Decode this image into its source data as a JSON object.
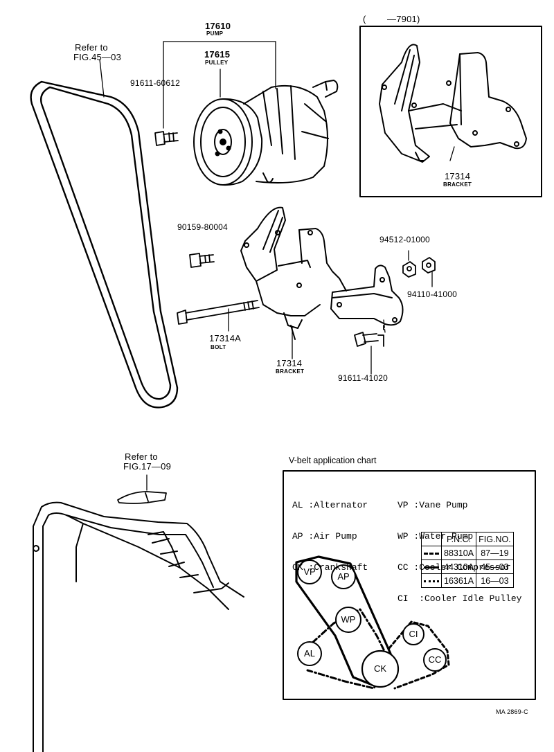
{
  "labels": {
    "refer_top_1": "Refer to",
    "refer_top_2": "FIG.45—03",
    "pump_num": "17610",
    "pump_name": "PUMP",
    "pulley_num": "17615",
    "pulley_name": "PULLEY",
    "bolt_91611_60612": "91611-60612",
    "inset_range": "(        —7901)",
    "inset_bracket_num": "17314",
    "inset_bracket_name": "BRACKET",
    "bolt_90159": "90159-80004",
    "nut_94512": "94512-01000",
    "nut_94110": "94110-41000",
    "bolt_num": "17314A",
    "bolt_name": "BOLT",
    "bracket_num": "17314",
    "bracket_name": "BRACKET",
    "bolt_91611_41020": "91611-41020",
    "refer_bottom_1": "Refer to",
    "refer_bottom_2": "FIG.17—09",
    "code": "MA 2869-C"
  },
  "chart": {
    "title": "V-belt application chart",
    "legend_left": [
      "AL :Alternator",
      "AP :Air Pump",
      "CK :Crankshaft"
    ],
    "legend_right": [
      "VP :Vane Pump",
      "WP :Water Pump",
      "CC :Cooler Compressor",
      "CI  :Cooler Idle Pulley"
    ],
    "table_headers": [
      "",
      "P.N.C.",
      "FIG.NO."
    ],
    "table_rows": [
      {
        "pnc": "88310A",
        "fig": "87—19",
        "style": "dash"
      },
      {
        "pnc": "44310A",
        "fig": "45—03",
        "style": "solid"
      },
      {
        "pnc": "16361A",
        "fig": "16—03",
        "style": "dot"
      }
    ],
    "pulleys": [
      "VP",
      "AP",
      "WP",
      "AL",
      "CK",
      "CI",
      "CC"
    ]
  }
}
